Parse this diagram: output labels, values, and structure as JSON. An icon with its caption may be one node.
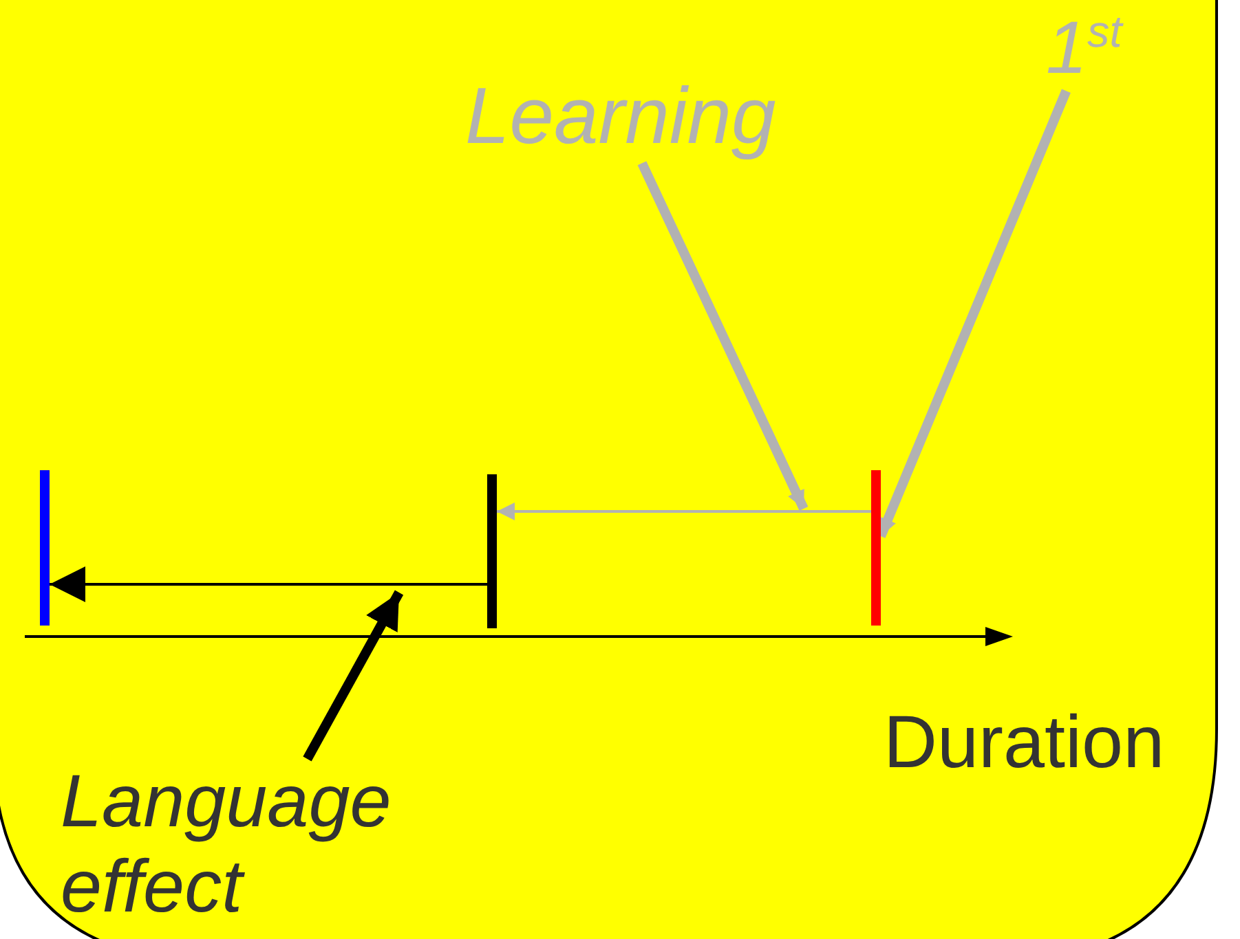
{
  "diagram": {
    "nodes": [
      {
        "text": [
          "1$^{st}$"
        ]
      },
      {
        "text": [
          "Learning"
        ]
      },
      {
        "text": [],
        "shape": "bar"
      },
      {
        "text": [],
        "shape": "bar"
      },
      {
        "text": [],
        "shape": "bar"
      },
      {
        "text": [
          "Language effect"
        ]
      }
    ],
    "edges": [
      {
        "from": 0,
        "to": 4,
        "arrow": "to",
        "color": "#b2b2b2"
      },
      {
        "from": 1,
        "to": null,
        "arrow": "to",
        "color": "#b2b2b2"
      },
      {
        "from": 4,
        "to": 3,
        "arrow": "to",
        "color": "#b2b2b2"
      },
      {
        "from": 3,
        "to": 2,
        "arrow": "to",
        "color": "#000000"
      },
      {
        "from": 5,
        "to": null,
        "arrow": "to",
        "color": "#000000"
      }
    ],
    "labels": [
      "Duration"
    ]
  }
}
